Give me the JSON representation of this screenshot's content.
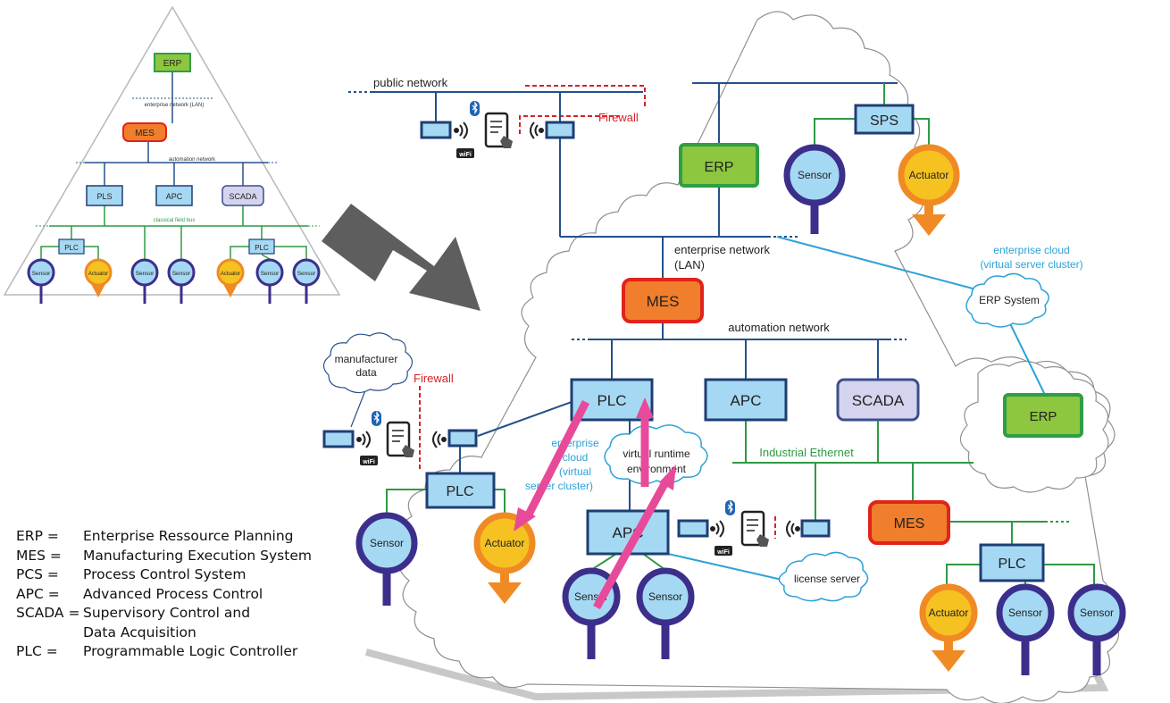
{
  "colors": {
    "erp_fill": "#8dc63f",
    "erp_border": "#2f9e44",
    "mes_fill": "#f07e2c",
    "mes_border": "#e2231a",
    "box_fill": "#a5d8f3",
    "box_border": "#1f3e73",
    "scada_fill": "#d4d4ee",
    "scada_border": "#3b4f8a",
    "sensor_ring": "#3c2f8c",
    "actuator_fill": "#f5c221",
    "actuator_ring": "#f08a24",
    "line_blue": "#24508c",
    "line_green": "#2e9a44",
    "cloud_line": "#2da1d8",
    "firewall": "#d4232a",
    "pink": "#e84a9a",
    "arrow_gray": "#5e5e5e"
  },
  "pyramid": {
    "erp": "ERP",
    "mes": "MES",
    "pls": "PLS",
    "apc": "APC",
    "scada": "SCADA",
    "plc": "PLC",
    "sensor": "Sensor",
    "actuator": "Actuator",
    "net_enterprise": "enterprise network (LAN)",
    "net_automation": "automation network",
    "net_fieldbus": "classical field bus"
  },
  "main": {
    "public_network": "public network",
    "firewall": "Firewall",
    "erp": "ERP",
    "sps": "SPS",
    "sensor": "Sensor",
    "actuator": "Actuator",
    "enterprise_network_1": "enterprise network",
    "enterprise_network_2": "(LAN)",
    "enterprise_cloud_1": "enterprise cloud",
    "enterprise_cloud_2": "(virtual server cluster)",
    "erp_system": "ERP System",
    "mes": "MES",
    "automation_network": "automation network",
    "plc": "PLC",
    "apc": "APC",
    "scada": "SCADA",
    "manufacturer_1": "manufacturer",
    "manufacturer_2": "data",
    "ent_cloud_v1": "enterprise",
    "ent_cloud_v2": "cloud",
    "ent_cloud_v3": "(virtual",
    "ent_cloud_v4": "server cluster)",
    "vre_1": "virtual runtime",
    "vre_2": "environment",
    "industrial_ethernet": "Industrial Ethernet",
    "license_server": "license server"
  },
  "legend": [
    {
      "abbr": "ERP =",
      "text": "Enterprise Ressource Planning"
    },
    {
      "abbr": "MES =",
      "text": "Manufacturing Execution System"
    },
    {
      "abbr": "PCS =",
      "text": "Process Control System"
    },
    {
      "abbr": "APC =",
      "text": "Advanced Process Control"
    },
    {
      "abbr": "SCADA =",
      "text": "Supervisory Control and"
    },
    {
      "abbr": "",
      "text": "Data Acquisition"
    },
    {
      "abbr": "PLC =",
      "text": "Programmable Logic Controller"
    }
  ]
}
